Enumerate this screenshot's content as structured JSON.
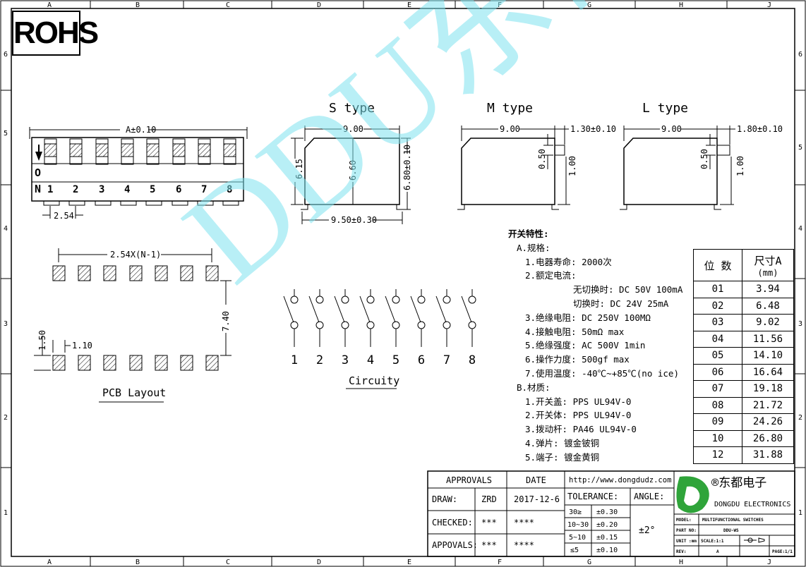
{
  "frame": {
    "col_labels": [
      "A",
      "B",
      "C",
      "D",
      "E",
      "F",
      "G",
      "H",
      "J"
    ],
    "row_labels": [
      "6",
      "5",
      "4",
      "3",
      "2",
      "1"
    ]
  },
  "rohs": "ROHS",
  "watermark": "DDU东都",
  "types": {
    "s": {
      "title": "S type",
      "width": "9.00",
      "h1": "6.15",
      "h2": "6.60",
      "h3": "6.80±0.10",
      "bottom": "9.50±0.30"
    },
    "m": {
      "title": "M type",
      "width": "9.00",
      "act_w": "1.30±0.10",
      "act_h": "0.50",
      "act_h2": "1.00"
    },
    "l": {
      "title": "L type",
      "width": "9.00",
      "act_w": "1.80±0.10",
      "act_h": "0.50",
      "act_h2": "1.00"
    }
  },
  "top_view": {
    "dim_a": "A±0.10",
    "pitch": "2.54",
    "on_letters": [
      "O",
      "N"
    ],
    "numbers": [
      "1",
      "2",
      "3",
      "4",
      "5",
      "6",
      "7",
      "8"
    ]
  },
  "pcb": {
    "title": "PCB Layout",
    "span": "2.54X(N-1)",
    "row_gap": "7.40",
    "pad_h": "1.50",
    "pad_w": "1.10"
  },
  "circuit": {
    "title": "Circuity",
    "numbers": [
      "1",
      "2",
      "3",
      "4",
      "5",
      "6",
      "7",
      "8"
    ]
  },
  "specs": {
    "title": "开关特性:",
    "section_a": "A.规格:",
    "a1": "1.电器寿命: 2000次",
    "a2": "2.额定电流:",
    "a2_1": "无切换时: DC 50V 100mA",
    "a2_2": "切换时: DC 24V 25mA",
    "a3": "3.绝缘电阻: DC 250V 100MΩ",
    "a4": "4.接触电阻: 50mΩ max",
    "a5": "5.绝缘强度: AC 500V 1min",
    "a6": "6.操作力度: 500gf max",
    "a7": "7.使用温度: -40℃~+85℃(no ice)",
    "section_b": "B.材质:",
    "b1": "1.开关盖: PPS UL94V-0",
    "b2": "2.开关体: PPS UL94V-0",
    "b3": "3.拨动杆: PA46 UL94V-0",
    "b4": "4.弹片: 镀金铍铜",
    "b5": "5.端子: 镀金黄铜"
  },
  "dim_table": {
    "header_pos": "位 数",
    "header_size": "尺寸A",
    "header_unit": "(mm)",
    "rows": [
      {
        "pos": "01",
        "size": "3.94"
      },
      {
        "pos": "02",
        "size": "6.48"
      },
      {
        "pos": "03",
        "size": "9.02"
      },
      {
        "pos": "04",
        "size": "11.56"
      },
      {
        "pos": "05",
        "size": "14.10"
      },
      {
        "pos": "06",
        "size": "16.64"
      },
      {
        "pos": "07",
        "size": "19.18"
      },
      {
        "pos": "08",
        "size": "21.72"
      },
      {
        "pos": "09",
        "size": "24.26"
      },
      {
        "pos": "10",
        "size": "26.80"
      },
      {
        "pos": "12",
        "size": "31.88"
      }
    ]
  },
  "title_block": {
    "approvals": "APPROVALS",
    "date_h": "DATE",
    "draw": "DRAW:",
    "drawer": "ZRD",
    "date": "2017-12-6",
    "checked": "CHECKED:",
    "checked_by": "***",
    "checked_date": "****",
    "appovals": "APPOVALS:",
    "appovals_by": "***",
    "appovals_date": "****",
    "url": "http://www.dongdudz.com",
    "tolerance": "TOLERANCE:",
    "angle_h": "ANGLE:",
    "angle": "±2°",
    "tol_rows": [
      {
        "range": "30≥",
        "tol": "±0.30"
      },
      {
        "range": "10~30",
        "tol": "±0.20"
      },
      {
        "range": "5~10",
        "tol": "±0.15"
      },
      {
        "range": "≤5",
        "tol": "±0.10"
      }
    ],
    "company_cn": "®东都电子",
    "company_en": "DONGDU ELECTRONICS",
    "model_l": "MODEL:",
    "model": "MULTIFUNCTIONAL SWITCHES",
    "part_l": "PART NO:",
    "part": "DDU-WS",
    "unit_l": "UNIT :mm",
    "scale": "SCALE:1:1",
    "rev_l": "REV:",
    "rev": "A",
    "page": "PAGE:1/1"
  }
}
